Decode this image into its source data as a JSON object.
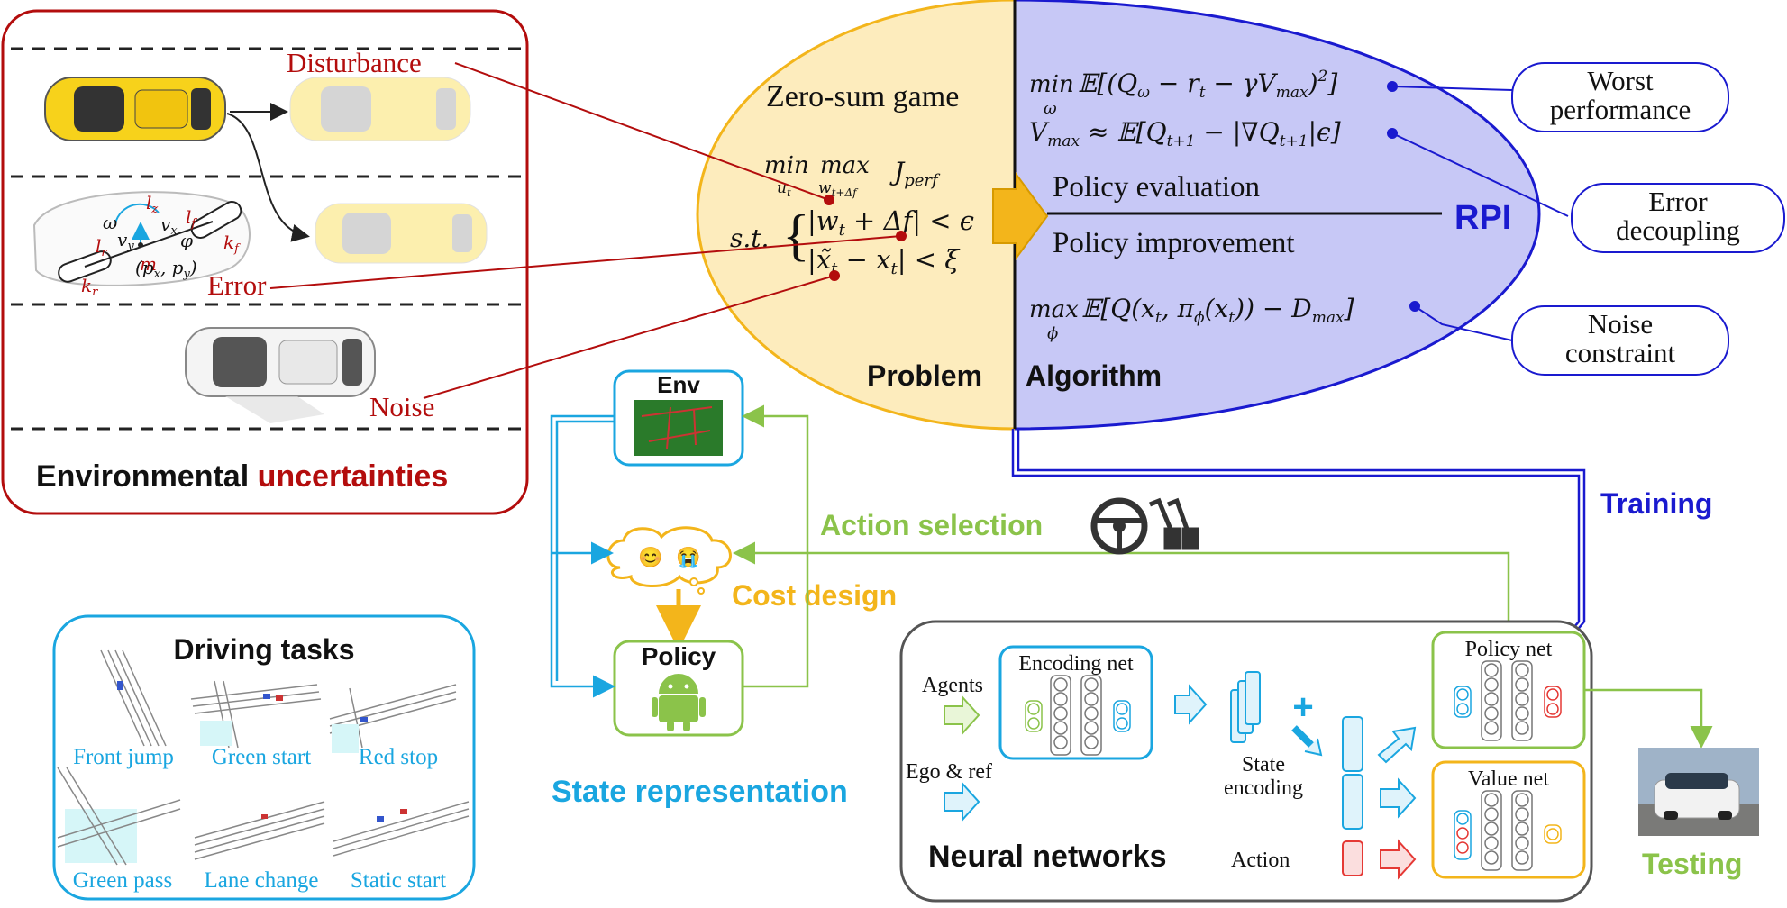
{
  "colors": {
    "red": "#b30d0d",
    "blue": "#1a1acf",
    "cyan": "#1aa6e0",
    "green": "#8bc34a",
    "yellow": "#f3b51b",
    "problem_fill": "#fdecbd",
    "algorithm_fill": "#c7c8f6",
    "gray_border": "#555555"
  },
  "env_panel": {
    "title_part1": "Environmental ",
    "title_part2": "uncertainties",
    "labels": {
      "disturbance": "Disturbance",
      "error": "Error",
      "noise": "Noise"
    },
    "vehicle_symbols": {
      "omega": "ω",
      "lz": "l",
      "lz_sub": "z",
      "vy": "v",
      "vy_sub": "y",
      "m": "m",
      "vx": "v",
      "vx_sub": "x",
      "lf": "l",
      "lf_sub": "f",
      "phi": "φ",
      "kf": "k",
      "kf_sub": "f",
      "lr": "l",
      "lr_sub": "r",
      "kr": "k",
      "kr_sub": "r",
      "pos": "(p",
      "pos_x": "x",
      ",p": ", p",
      "pos_y": "y",
      ")": ")"
    }
  },
  "problem": {
    "label": "Problem",
    "heading": "Zero-sum game",
    "objective": {
      "min": "min",
      "min_sub": "u",
      "min_sub2": "t",
      "max": "max",
      "max_sub": "w",
      "max_sub2": "t+Δf",
      "J": "J",
      "J_sub": "perf"
    },
    "st": "s.t.",
    "c1": "|w",
    "c1_sub": "t",
    "c1_rest": " + Δf| < ϵ",
    "c2": "|x̃",
    "c2_sub": "t",
    "c2_mid": " − x",
    "c2_sub2": "t",
    "c2_rest": "| < ξ"
  },
  "algorithm": {
    "label": "Algorithm",
    "rpi": "RPI",
    "eq1_min": "min",
    "eq1_sub": "ω",
    "eq1": "𝔼[(Q",
    "eq1_s1": "ω",
    "eq1_b": " − r",
    "eq1_s2": "t",
    "eq1_c": "  − γV",
    "eq1_s3": "max",
    "eq1_d": ")",
    "eq1_sup": "2",
    "eq1_e": "]",
    "eq2_a": "V",
    "eq2_s1": "max",
    "eq2_b": " ≈ 𝔼[Q",
    "eq2_s2": "t+1",
    "eq2_c": " − |∇Q",
    "eq2_s3": "t+1",
    "eq2_d": "|ϵ]",
    "policy_evaluation": "Policy evaluation",
    "policy_improvement": "Policy improvement",
    "eq3_max": "max",
    "eq3_sub": "ϕ",
    "eq3_a": "𝔼[Q(x",
    "eq3_s1": "t",
    "eq3_b": ", π",
    "eq3_s2": "ϕ",
    "eq3_c": "(x",
    "eq3_s3": "t",
    "eq3_d": ")) − D",
    "eq3_s4": "max",
    "eq3_e": "]"
  },
  "callouts": [
    {
      "line1": "Worst",
      "line2": "performance"
    },
    {
      "line1": "Error",
      "line2": "decoupling"
    },
    {
      "line1": "Noise",
      "line2": "constraint"
    }
  ],
  "env_box": "Env",
  "policy_box": "Policy",
  "emoji": {
    "smile": "😊",
    "cry": "😭"
  },
  "labels": {
    "training": "Training",
    "action_selection": "Action selection",
    "cost_design": "Cost design",
    "state_representation": "State representation",
    "testing": "Testing"
  },
  "driving_tasks": {
    "title": "Driving tasks",
    "items": [
      "Front jump",
      "Green start",
      "Red stop",
      "Green pass",
      "Lane change",
      "Static start"
    ]
  },
  "neural": {
    "title": "Neural networks",
    "encoding_net": "Encoding net",
    "agents": "Agents",
    "ego_ref": "Ego & ref",
    "state_encoding_1": "State",
    "state_encoding_2": "encoding",
    "action": "Action",
    "plus": "+",
    "policy_net": "Policy net",
    "value_net": "Value net"
  }
}
